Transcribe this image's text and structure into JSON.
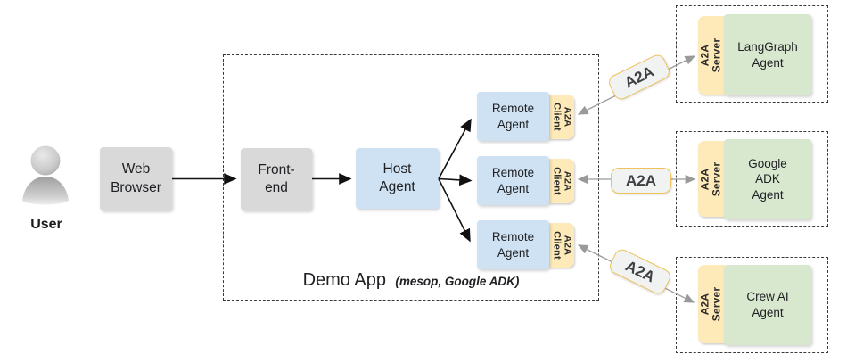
{
  "user": {
    "label": "User"
  },
  "web_browser": {
    "label": "Web\nBrowser"
  },
  "demo_app": {
    "title": "Demo App",
    "subtitle": "(mesop, Google ADK)"
  },
  "front_end": {
    "label": "Front-\nend"
  },
  "host_agent": {
    "label": "Host\nAgent"
  },
  "remote_agents": [
    {
      "label": "Remote\nAgent"
    },
    {
      "label": "Remote\nAgent"
    },
    {
      "label": "Remote\nAgent"
    }
  ],
  "client_tab": {
    "label": "A2A\nClient"
  },
  "server_tab": {
    "label": "A2A\nServer"
  },
  "a2a_badges": [
    {
      "label": "A2A"
    },
    {
      "label": "A2A"
    },
    {
      "label": "A2A"
    }
  ],
  "external_agents": [
    {
      "label": "LangGraph\nAgent"
    },
    {
      "label": "Google\nADK\nAgent"
    },
    {
      "label": "Crew AI\nAgent"
    }
  ],
  "colors": {
    "box_gray": "#d9d9d9",
    "box_blue": "#cfe2f3",
    "box_green": "#d7e8cf",
    "tab_yellow": "#feeab8",
    "badge_fill": "#f1f2f2",
    "badge_border": "#eec35e",
    "arrow_black": "#111111",
    "arrow_gray": "#9a9a9a"
  }
}
